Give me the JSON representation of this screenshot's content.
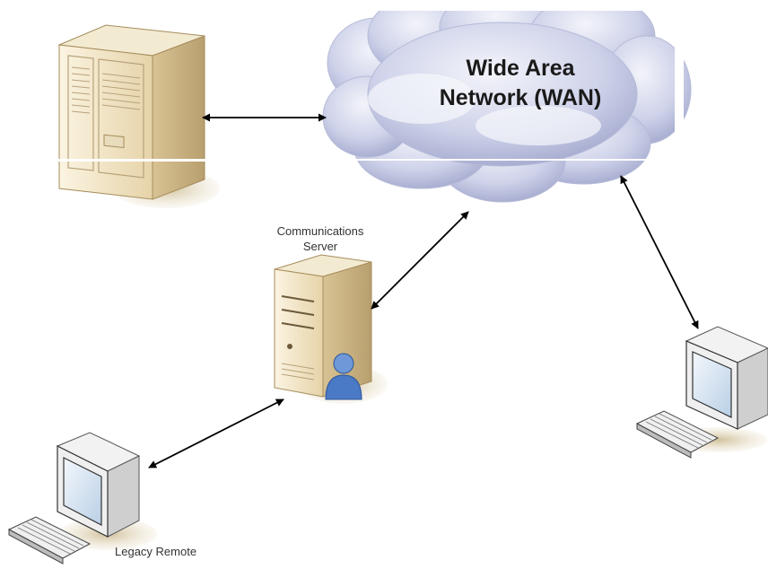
{
  "cloud": {
    "title_line1": "Wide Area",
    "title_line2": "Network (WAN)",
    "icon": "cloud-icon"
  },
  "nodes": {
    "mainframe": {
      "icon": "mainframe-server-icon"
    },
    "comm_server": {
      "label_line1": "Communications",
      "label_line2": "Server",
      "icon": "server-with-user-icon"
    },
    "legacy_remote": {
      "label": "Legacy Remote",
      "icon": "desktop-computer-icon"
    },
    "right_workstation": {
      "icon": "desktop-computer-icon"
    }
  },
  "connections": [
    {
      "from": "mainframe",
      "to": "cloud",
      "style": "double-arrow"
    },
    {
      "from": "comm_server",
      "to": "cloud",
      "style": "double-arrow"
    },
    {
      "from": "legacy_remote",
      "to": "comm_server",
      "style": "double-arrow"
    },
    {
      "from": "right_workstation",
      "to": "cloud",
      "style": "double-arrow"
    }
  ],
  "colors": {
    "cloud_light": "#eef0f8",
    "cloud_mid": "#c6cbe4",
    "cloud_dark": "#8e95bf",
    "beige": "#ecdcb8",
    "beige_dark": "#c9b48a",
    "screen_blue": "#d6e6f5",
    "user_blue": "#4a79c5",
    "arrow": "#000000"
  }
}
